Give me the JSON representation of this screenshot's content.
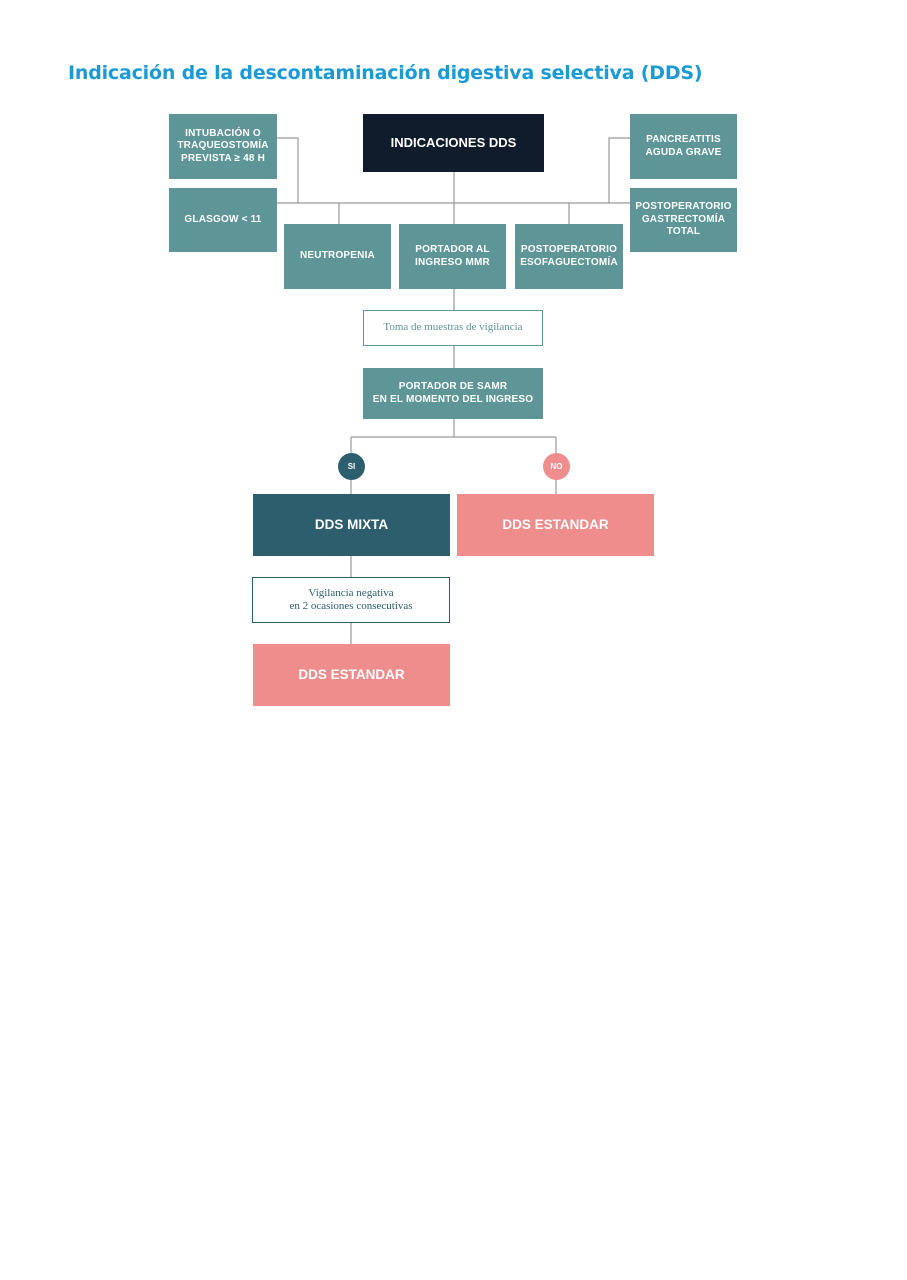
{
  "title": "Indicación de la descontaminación digestiva selectiva (DDS)",
  "colors": {
    "title": "#1a9ad6",
    "teal": "#5e9597",
    "navy": "#101c2b",
    "dark_teal": "#2d5e6e",
    "pink": "#ef8c8c",
    "connector": "#9a9a9a"
  },
  "diagram": {
    "root": "INDICACIONES DDS",
    "indications": {
      "intubacion": "INTUBACIÓN O\nTRAQUEOSTOMÍA\nPREVISTA ≥ 48 H",
      "glasgow": "GLASGOW < 11",
      "neutropenia": "NEUTROPENIA",
      "portador_mmr": "PORTADOR AL\nINGRESO MMR",
      "esofaguectomia": "POSTOPERATORIO\nESOFAGUECTOMÍA",
      "pancreatitis": "PANCREATITIS\nAGUDA GRAVE",
      "gastrectomia": "POSTOPERATORIO\nGASTRECTOMÍA\nTOTAL"
    },
    "surveillance": "Toma de muestras de vigilancia",
    "samr": "PORTADOR DE SAMR\nEN EL MOMENTO DEL INGRESO",
    "si": "SI",
    "no": "NO",
    "dds_mixta": "DDS MIXTA",
    "dds_estandar_right": "DDS ESTANDAR",
    "negative": "Vigilancia negativa\nen 2 ocasiones consecutivas",
    "dds_estandar_bottom": "DDS ESTANDAR"
  }
}
